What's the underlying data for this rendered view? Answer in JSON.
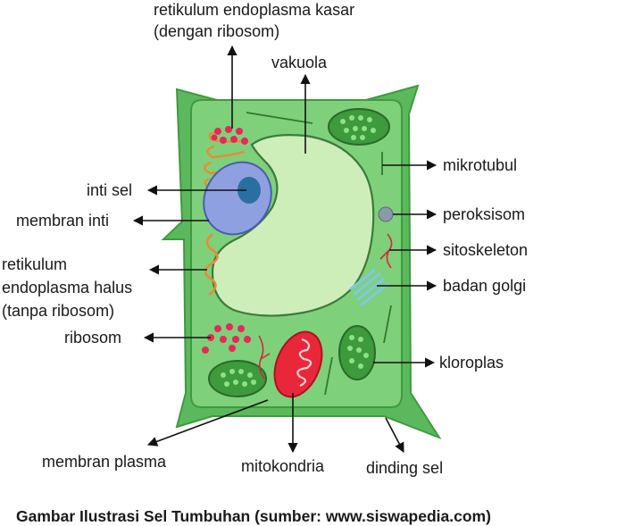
{
  "diagram": {
    "caption": "Gambar Ilustrasi Sel Tumbuhan (sumber: www.siswapedia.com)",
    "labels": {
      "rer_line1": "retikulum endoplasma kasar",
      "rer_line2": "(dengan ribosom)",
      "vakuola": "vakuola",
      "mikrotubul": "mikrotubul",
      "inti_sel": "inti sel",
      "peroksisom": "peroksisom",
      "membran_inti": "membran inti",
      "sitoskeleton": "sitoskeleton",
      "ser_line1": "retikulum",
      "ser_line2": "endoplasma halus",
      "ser_line3": "(tanpa ribosom)",
      "badan_golgi": "badan golgi",
      "ribosom": "ribosom",
      "kloroplas": "kloroplas",
      "membran_plasma": "membran plasma",
      "mitokondria": "mitokondria",
      "dinding_sel": "dinding sel"
    }
  },
  "colors": {
    "cell_wall": "#5cb85c",
    "cytoplasm": "#7fd07a",
    "vacuole": "#cdeeb8",
    "nucleus": "#8fa0e0",
    "nucleolus": "#2a6fa0",
    "mitochondrion": "#e8283a",
    "chloroplast": "#3d9a3d",
    "ribosome": "#e8285a",
    "er": "#e88a3a",
    "golgi": "#7ec8e8",
    "peroxisome": "#8a9aa8"
  }
}
